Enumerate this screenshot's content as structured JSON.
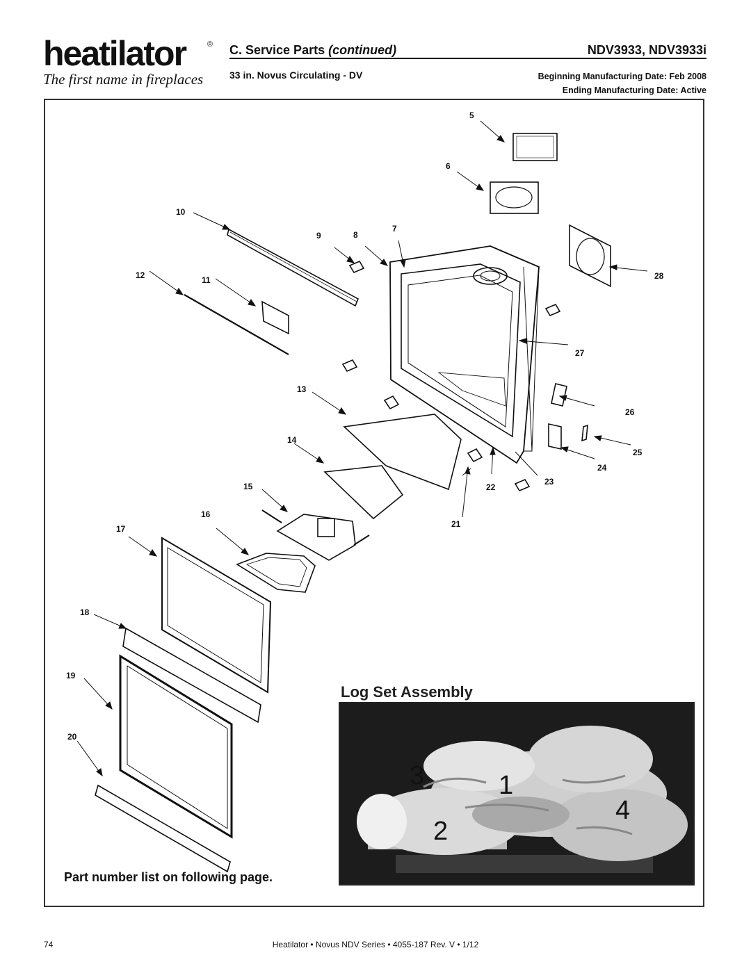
{
  "brand": {
    "logo_text": "heatilator",
    "tagline": "The first name in fireplaces"
  },
  "header": {
    "section": "C. Service Parts",
    "section_continued": "(continued)",
    "models": "NDV3933, NDV3933i",
    "subtitle": "33 in. Novus Circulating - DV",
    "begin_date": "Beginning Manufacturing Date: Feb 2008",
    "end_date": "Ending Manufacturing Date: Active"
  },
  "diagram": {
    "callouts": [
      "5",
      "6",
      "7",
      "8",
      "9",
      "10",
      "11",
      "12",
      "13",
      "14",
      "15",
      "16",
      "17",
      "18",
      "19",
      "20",
      "21",
      "22",
      "23",
      "24",
      "25",
      "26",
      "27",
      "28"
    ]
  },
  "log_set": {
    "title": "Log Set Assembly",
    "log_labels": [
      "3",
      "1",
      "2",
      "4"
    ]
  },
  "note": "Part number list on following page.",
  "footer": {
    "page_number": "74",
    "doc_line": "Heatilator • Novus NDV Series • 4055-187 Rev. V • 1/12"
  }
}
